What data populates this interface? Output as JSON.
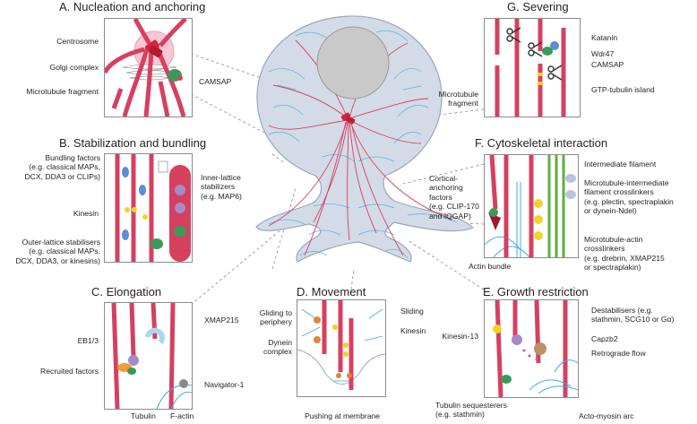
{
  "panels": {
    "a": {
      "title": "A. Nucleation and anchoring",
      "labels": {
        "centrosome": "Centrosome",
        "golgi": "Golgi complex",
        "fragment": "Microtubule fragment",
        "camsap": "CAMSAP"
      }
    },
    "b": {
      "title": "B. Stabilization and bundling",
      "labels": {
        "bundling": [
          "Bundling factors",
          "(e.g. classical MAPs,",
          "DCX, DDA3 or CLIPs)"
        ],
        "kinesin": "Kinesin",
        "outer": [
          "Outer-lattice stabilisers",
          "(e.g. classical MAPs,",
          "DCX, DDA3, or kinesins)"
        ],
        "inner": [
          "Inner-lattice",
          "stabilizers",
          "(e.g. MAP6)"
        ]
      }
    },
    "c": {
      "title": "C. Elongation",
      "labels": {
        "eb": "EB1/3",
        "recruited": "Recruited factors",
        "xmap": "XMAP215",
        "navigator": "Navigator-1",
        "tubulin": "Tubulin",
        "factin": "F-actin"
      }
    },
    "d": {
      "title": "D. Movement",
      "labels": {
        "gliding": [
          "Gliding to",
          "periphery"
        ],
        "dynein": [
          "Dynein",
          "complex"
        ],
        "sliding": "Sliding",
        "kinesin": "Kinesin",
        "pushing": "Pushing at membrane"
      }
    },
    "e": {
      "title": "E. Growth restriction",
      "labels": {
        "kinesin13": "Kinesin-13",
        "destab": [
          "Destabilisers (e.g.",
          "stathmin, SCG10 or Gα)"
        ],
        "capzb2": "Capzb2",
        "retro": "Retrograde flow",
        "seq": [
          "Tubulin sequesterers",
          "(e.g. stathmin)"
        ],
        "acto": "Acto-myosin arc"
      }
    },
    "f": {
      "title": "F. Cytoskeletal interaction",
      "labels": {
        "cortical": [
          "Cortical-",
          "anchoring",
          "factors",
          "(e.g. CLIP-170",
          "and IQGAP)"
        ],
        "actinbundle": "Actin bundle",
        "intermediate": "Intermediate filament",
        "mtif": [
          "Microtubule-intermediate",
          "filament crosslinkers",
          "(e.g. plectin, spectraplakin",
          "or dynein-Ndel)"
        ],
        "mtactin": [
          "Microtubule-actin",
          "crosslinkers",
          "(e.g. drebrin, XMAP215",
          "or spectraplakin)"
        ]
      }
    },
    "g": {
      "title": "G. Severing",
      "labels": {
        "katanin": "Katanin",
        "wdr47": "Wdr47",
        "camsap": "CAMSAP",
        "fragment": [
          "Microtubule",
          "fragment"
        ],
        "gtp": "GTP-tubulin island"
      }
    }
  },
  "colors": {
    "microtubule": "#d6405f",
    "microtubule_dark": "#8e1b34",
    "actin": "#3aaee0",
    "cell_fill": "#d3dbe7",
    "nucleus": "#c9c9c9",
    "kinesin": "#f0d22b",
    "map": "#5a8fd6",
    "camsap": "#3b9a5a",
    "xmap215": "#a8d8ef",
    "eb": "#a48ac8",
    "recruited": "#f09a3a",
    "dynein": "#e5833b",
    "intermediate": "#5fae3d",
    "crosslinker": "#b9c3e0",
    "capzb2": "#b8926a",
    "border": "#8c8c8c"
  },
  "icons": [
    "scissors-icon"
  ]
}
